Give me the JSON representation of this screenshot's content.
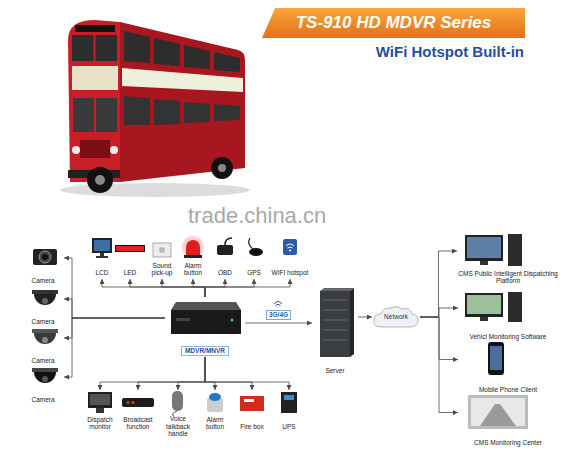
{
  "diagram": {
    "title": "TS-910 HD MDVR Series",
    "nodes": [
      {
        "text": [
          "LCD"
        ]
      },
      {
        "text": [
          "LED"
        ]
      },
      {
        "text": [
          "Sound pick-up"
        ]
      },
      {
        "text": [
          "Alarm button"
        ]
      },
      {
        "text": [
          "OBD"
        ]
      },
      {
        "text": [
          "GPS"
        ]
      },
      {
        "text": [
          "WIFI hotspot"
        ]
      },
      {
        "text": [
          "Camera"
        ]
      },
      {
        "text": [
          "Camera"
        ]
      },
      {
        "text": [
          "Camera"
        ]
      },
      {
        "text": [
          "Camera"
        ]
      },
      {
        "text": [
          "MDVR/MNVR"
        ]
      },
      {
        "text": [
          "Server"
        ]
      },
      {
        "text": [
          "Network"
        ]
      },
      {
        "text": [
          "CMS Public Intelligent Dispatching Platform"
        ]
      },
      {
        "text": [
          "Vehicl Monitoring Software"
        ]
      },
      {
        "text": [
          "Mobile Phone Client"
        ]
      },
      {
        "text": [
          "CMS Monitoring Center"
        ]
      },
      {
        "text": [
          "Dispatch monitor"
        ]
      },
      {
        "text": [
          "Broadcast function"
        ]
      },
      {
        "text": [
          "Voice talkback handle"
        ]
      },
      {
        "text": [
          "Alarm button"
        ]
      },
      {
        "text": [
          "Fire box"
        ]
      },
      {
        "text": [
          "UPS"
        ]
      }
    ],
    "edges": [
      {
        "from": 11,
        "to": 0,
        "arrow": "to"
      },
      {
        "from": 11,
        "to": 1,
        "arrow": "to"
      },
      {
        "from": 11,
        "to": 2,
        "arrow": "to"
      },
      {
        "from": 11,
        "to": 3,
        "arrow": "to"
      },
      {
        "from": 11,
        "to": 4,
        "arrow": "to"
      },
      {
        "from": 11,
        "to": 5,
        "arrow": "to"
      },
      {
        "from": 11,
        "to": 6,
        "arrow": "to"
      },
      {
        "from": 11,
        "to": 7,
        "arrow": "to"
      },
      {
        "from": 11,
        "to": 8,
        "arrow": "to"
      },
      {
        "from": 11,
        "to": 9,
        "arrow": "to"
      },
      {
        "from": 11,
        "to": 10,
        "arrow": "to"
      },
      {
        "from": 11,
        "to": 12,
        "label": "3G/4G",
        "arrow": "to"
      },
      {
        "from": 12,
        "to": 13,
        "arrow": "to"
      },
      {
        "from": 13,
        "to": 14,
        "arrow": "to"
      },
      {
        "from": 13,
        "to": 15,
        "arrow": "to"
      },
      {
        "from": 13,
        "to": 16,
        "arrow": "to"
      },
      {
        "from": 13,
        "to": 17,
        "arrow": "to"
      },
      {
        "from": 11,
        "to": 18,
        "arrow": "to"
      },
      {
        "from": 11,
        "to": 19,
        "arrow": "to"
      },
      {
        "from": 11,
        "to": 20,
        "arrow": "to"
      },
      {
        "from": 11,
        "to": 21,
        "arrow": "to"
      },
      {
        "from": 11,
        "to": 22,
        "arrow": "to"
      },
      {
        "from": 11,
        "to": 23,
        "arrow": "to"
      }
    ],
    "labels": [
      "WiFi Hotspot Built-in",
      "trade.china.cn"
    ]
  }
}
